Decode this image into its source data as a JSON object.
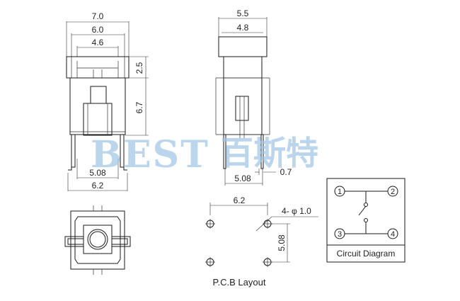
{
  "dimensions": {
    "front_width_outer": "7.0",
    "front_width_mid": "6.0",
    "front_width_inner": "4.6",
    "front_height_top": "2.5",
    "front_height_body": "6.7",
    "front_pin_pitch": "5.08",
    "front_pin_outer": "6.2",
    "side_width_outer": "5.5",
    "side_width_inner": "4.8",
    "side_pin_pitch": "5.08",
    "side_pin_thickness": "0.7"
  },
  "pcb": {
    "title": "P.C.B Layout",
    "width": "6.2",
    "height": "5.08",
    "hole_note": "4- φ 1.0"
  },
  "circuit": {
    "title": "Circuit Diagram",
    "pins": [
      "1",
      "2",
      "3",
      "4"
    ]
  },
  "watermark": {
    "latin": "BEST",
    "cjk": "百斯特"
  },
  "colors": {
    "line": "#1a1a1a",
    "watermark": "#9fc4e6"
  }
}
